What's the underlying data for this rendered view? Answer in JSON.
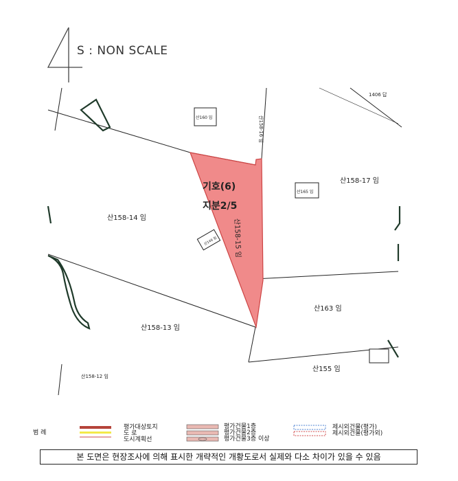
{
  "header": {
    "figure_number": "4",
    "scale_label": "S : NON SCALE"
  },
  "map": {
    "subject_parcel": {
      "label_line1": "기호(6)",
      "label_line2": "지분2/5",
      "name": "산158-15 임",
      "fill": "#f08a8a"
    },
    "parcels": {
      "p14": "산158-14 임",
      "p17": "산158-17 임",
      "p13": "산158-13 임",
      "p163": "산163 임",
      "p155": "산155 임",
      "p12": "산158-12 임",
      "p16": "산158-16 임",
      "p1406": "1406 답"
    },
    "buildings": {
      "b160": "산160 임",
      "b165": "산165 임",
      "b146": "산146 임"
    }
  },
  "legend": {
    "title": "범 례",
    "items": {
      "target_land": "평가대상토지",
      "road": "도 로",
      "city_plan": "도시계획선",
      "bldg1": "평가건물1층",
      "bldg2": "평가건물2층",
      "bldg3": "평가건물3층 이상",
      "excl_eval": "제시외건물(평가)",
      "excl_noeval": "제시외건물(평가외)"
    },
    "colors": {
      "target_land": "#b5443a",
      "road": "#f3e94a",
      "city_plan": "#e6a5a5",
      "bldg": "#e9b9b3",
      "excl_eval": "#4a7fd0",
      "excl_noeval": "#d04a4a"
    }
  },
  "notice": "본 도면은 현장조사에 의해 표시한 개략적인 개황도로서 실제와 다소 차이가 있을 수 있음"
}
